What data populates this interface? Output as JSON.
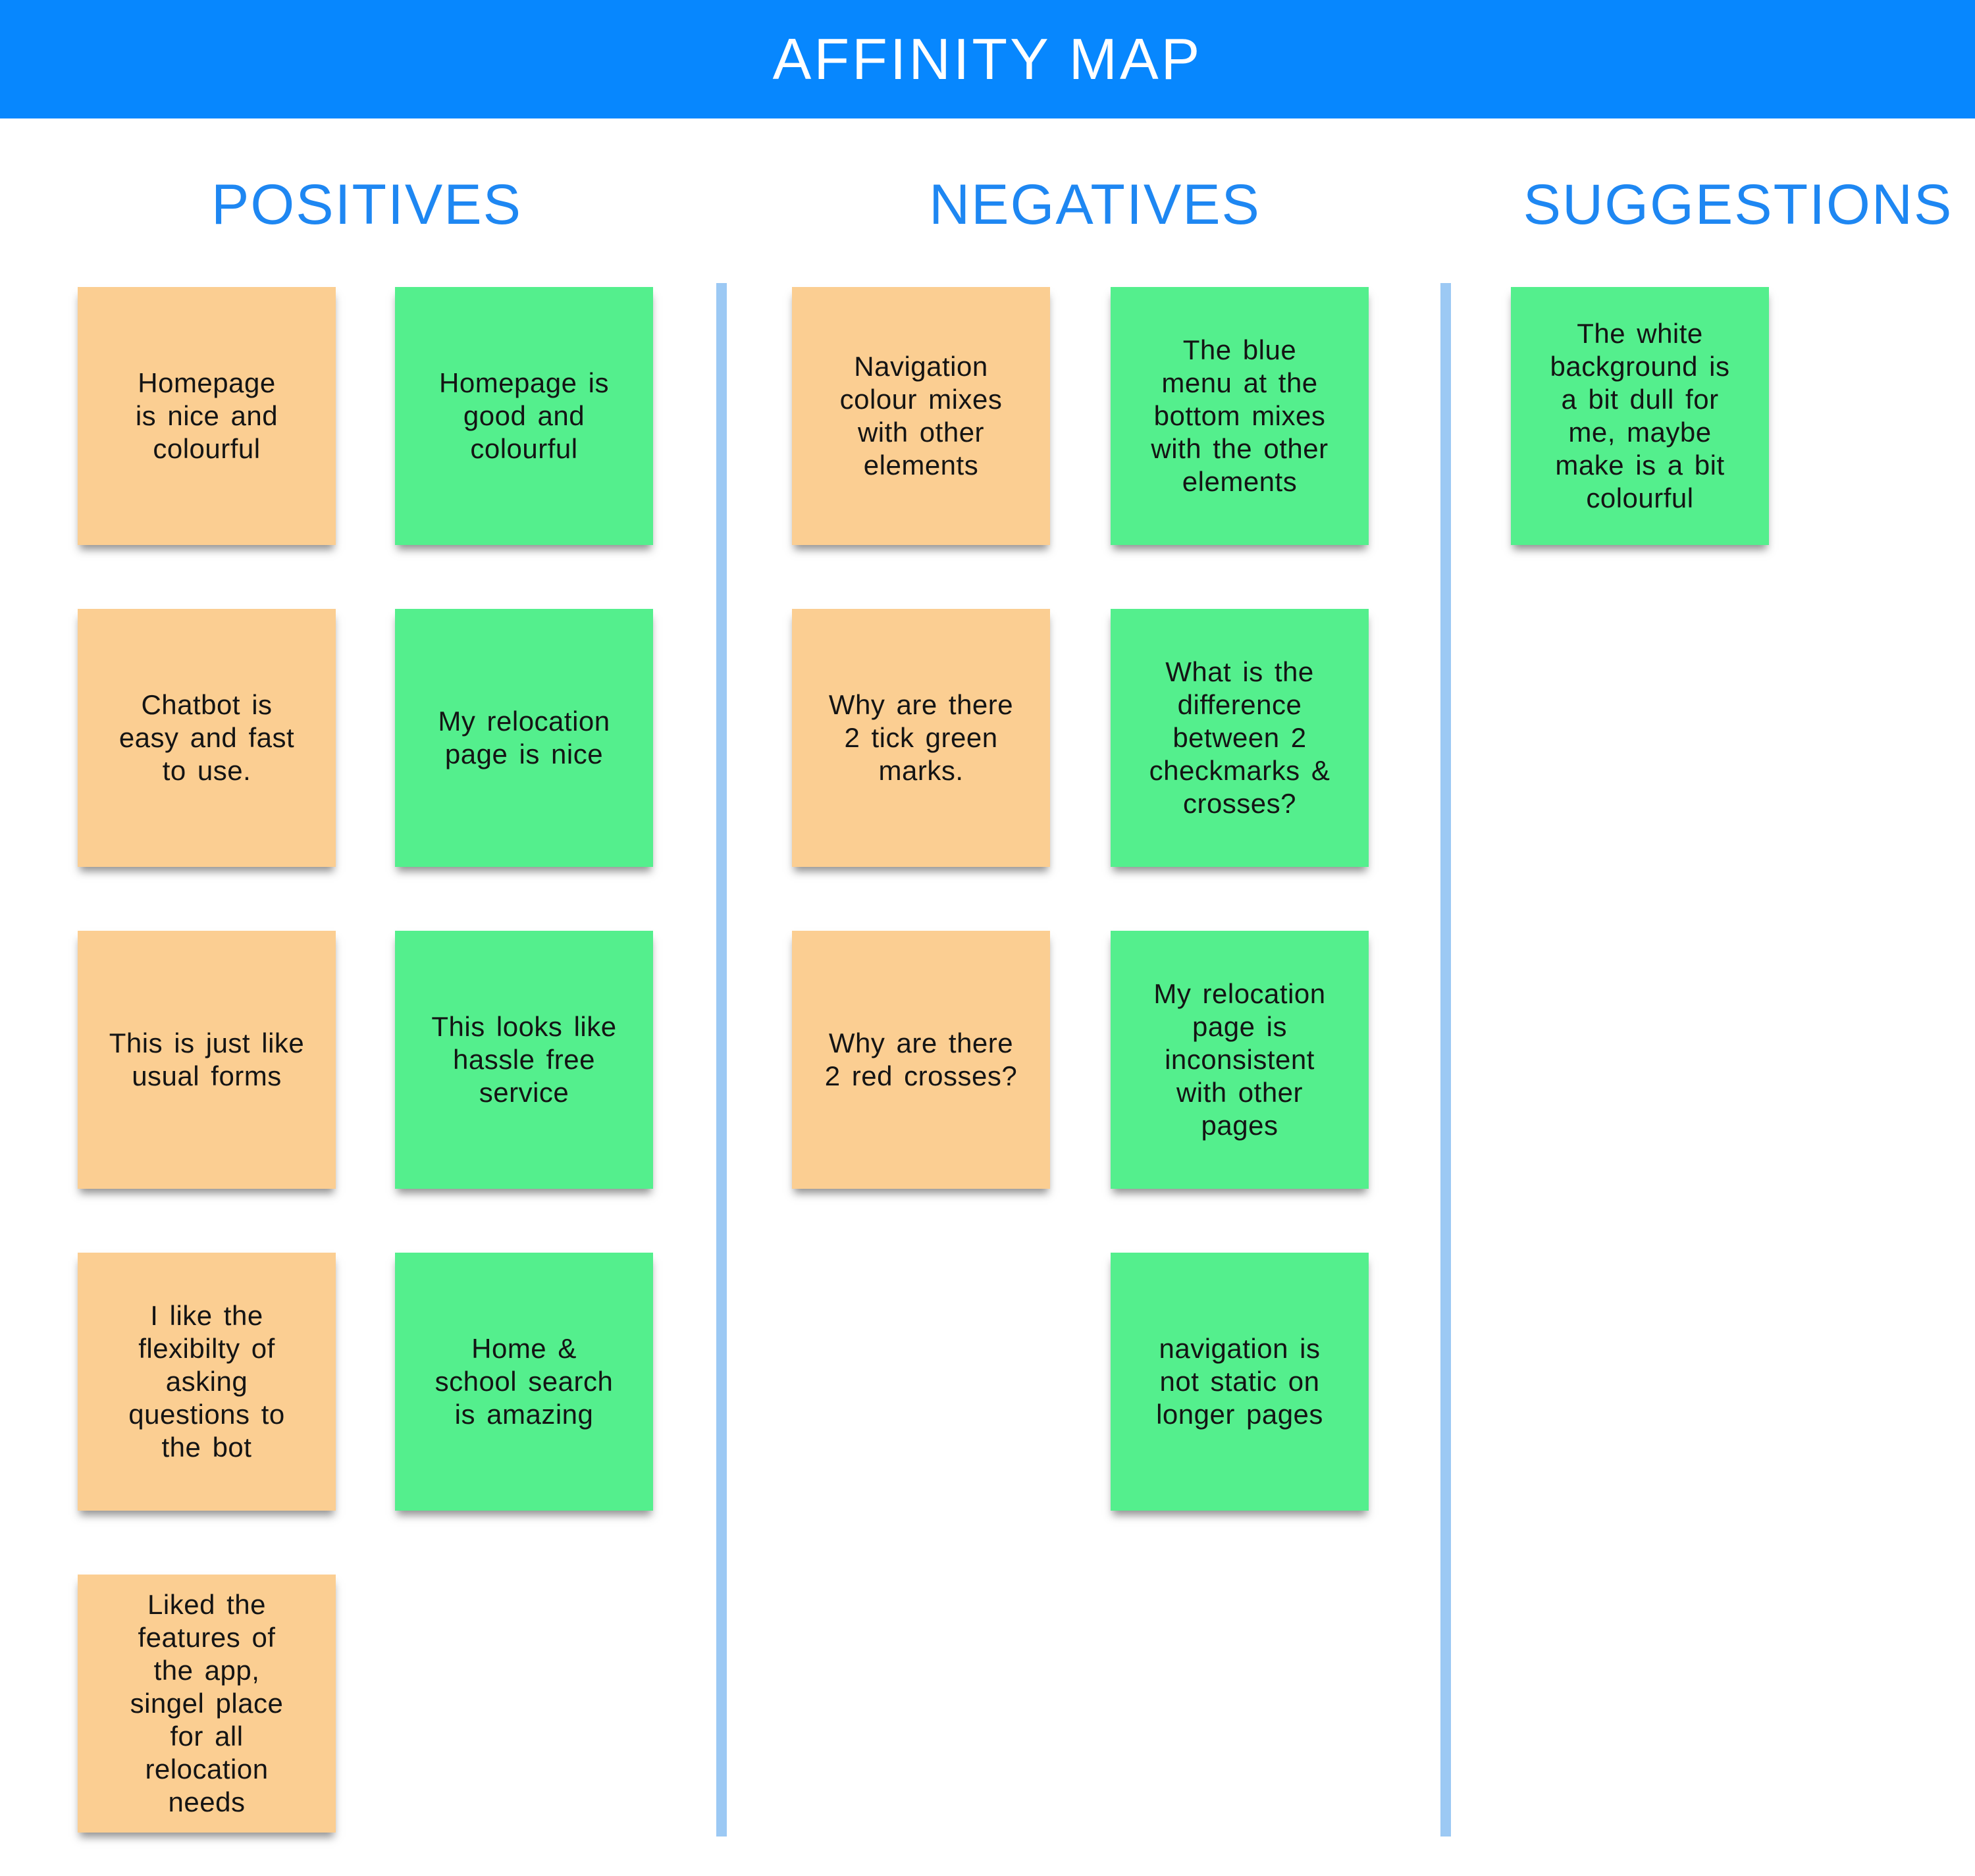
{
  "title": "AFFINITY MAP",
  "colors": {
    "header_bg": "#0787FE",
    "heading_text": "#1E87F2",
    "divider": "#9CC9F4",
    "note_orange": "#FBCE92",
    "note_green": "#54EF8D",
    "note_text": "#141414",
    "title_text": "#FFFFFF",
    "page_bg": "#FFFFFF"
  },
  "columns": [
    {
      "label": "POSITIVES",
      "notes": [
        {
          "color": "orange",
          "text": "Homepage\nis nice and\ncolourful"
        },
        {
          "color": "green",
          "text": "Homepage is\ngood and\ncolourful"
        },
        {
          "color": "orange",
          "text": "Chatbot is\neasy and fast\nto use."
        },
        {
          "color": "green",
          "text": "My relocation\npage is nice"
        },
        {
          "color": "orange",
          "text": "This is just like\nusual forms"
        },
        {
          "color": "green",
          "text": "This looks like\nhassle free\nservice"
        },
        {
          "color": "orange",
          "text": "I like the\nflexibilty of\nasking\nquestions to\nthe bot"
        },
        {
          "color": "green",
          "text": "Home &\nschool search\nis amazing"
        },
        {
          "color": "orange",
          "text": "Liked the\nfeatures of\nthe app,\nsingel place\nfor all\nrelocation\nneeds"
        }
      ]
    },
    {
      "label": "NEGATIVES",
      "notes": [
        {
          "color": "orange",
          "text": "Navigation\ncolour mixes\nwith other\nelements"
        },
        {
          "color": "green",
          "text": "The blue\nmenu at the\nbottom mixes\nwith the other\nelements"
        },
        {
          "color": "orange",
          "text": "Why are there\n2 tick green\nmarks."
        },
        {
          "color": "green",
          "text": "What is the\ndifference\nbetween 2\ncheckmarks &\ncrosses?"
        },
        {
          "color": "orange",
          "text": "Why are there\n2 red crosses?"
        },
        {
          "color": "green",
          "text": "My relocation\npage is\ninconsistent\nwith other\npages"
        },
        {
          "color": "green",
          "text": "navigation is\nnot static on\nlonger pages"
        }
      ]
    },
    {
      "label": "SUGGESTIONS",
      "notes": [
        {
          "color": "green",
          "text": "The white\nbackground is\na bit dull for\nme, maybe\nmake is a bit\ncolourful"
        }
      ]
    }
  ]
}
